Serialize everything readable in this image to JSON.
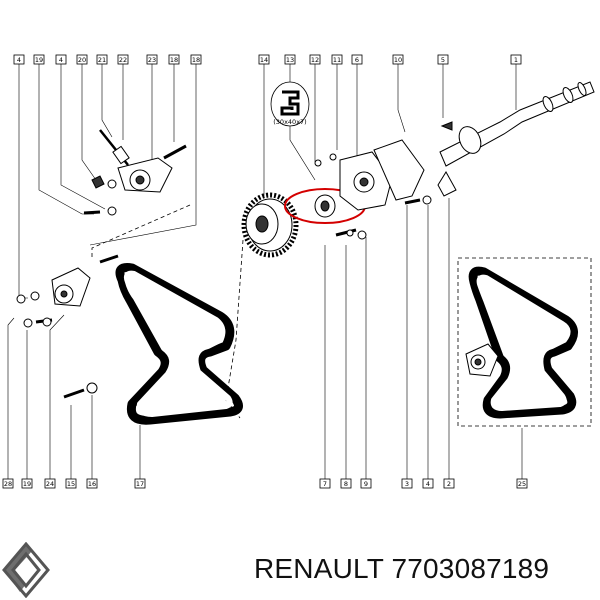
{
  "callouts_top": [
    "4",
    "19",
    "4",
    "20",
    "21",
    "22",
    "23",
    "18",
    "18",
    "14",
    "13",
    "12",
    "11",
    "6",
    "10",
    "5",
    "1"
  ],
  "callouts_bottom_left": [
    "28",
    "19",
    "24",
    "15",
    "16",
    "17"
  ],
  "callouts_bottom_right": [
    "7",
    "8",
    "9",
    "3",
    "4",
    "2",
    "25"
  ],
  "inset_label": "(30x40x7)",
  "brand_text": "RENAULT 7703087189",
  "colors": {
    "line": "#000000",
    "highlight": "#d40000",
    "background": "#ffffff",
    "logo": "#555555"
  },
  "icons": {
    "logo": "renault-diamond-logo"
  }
}
